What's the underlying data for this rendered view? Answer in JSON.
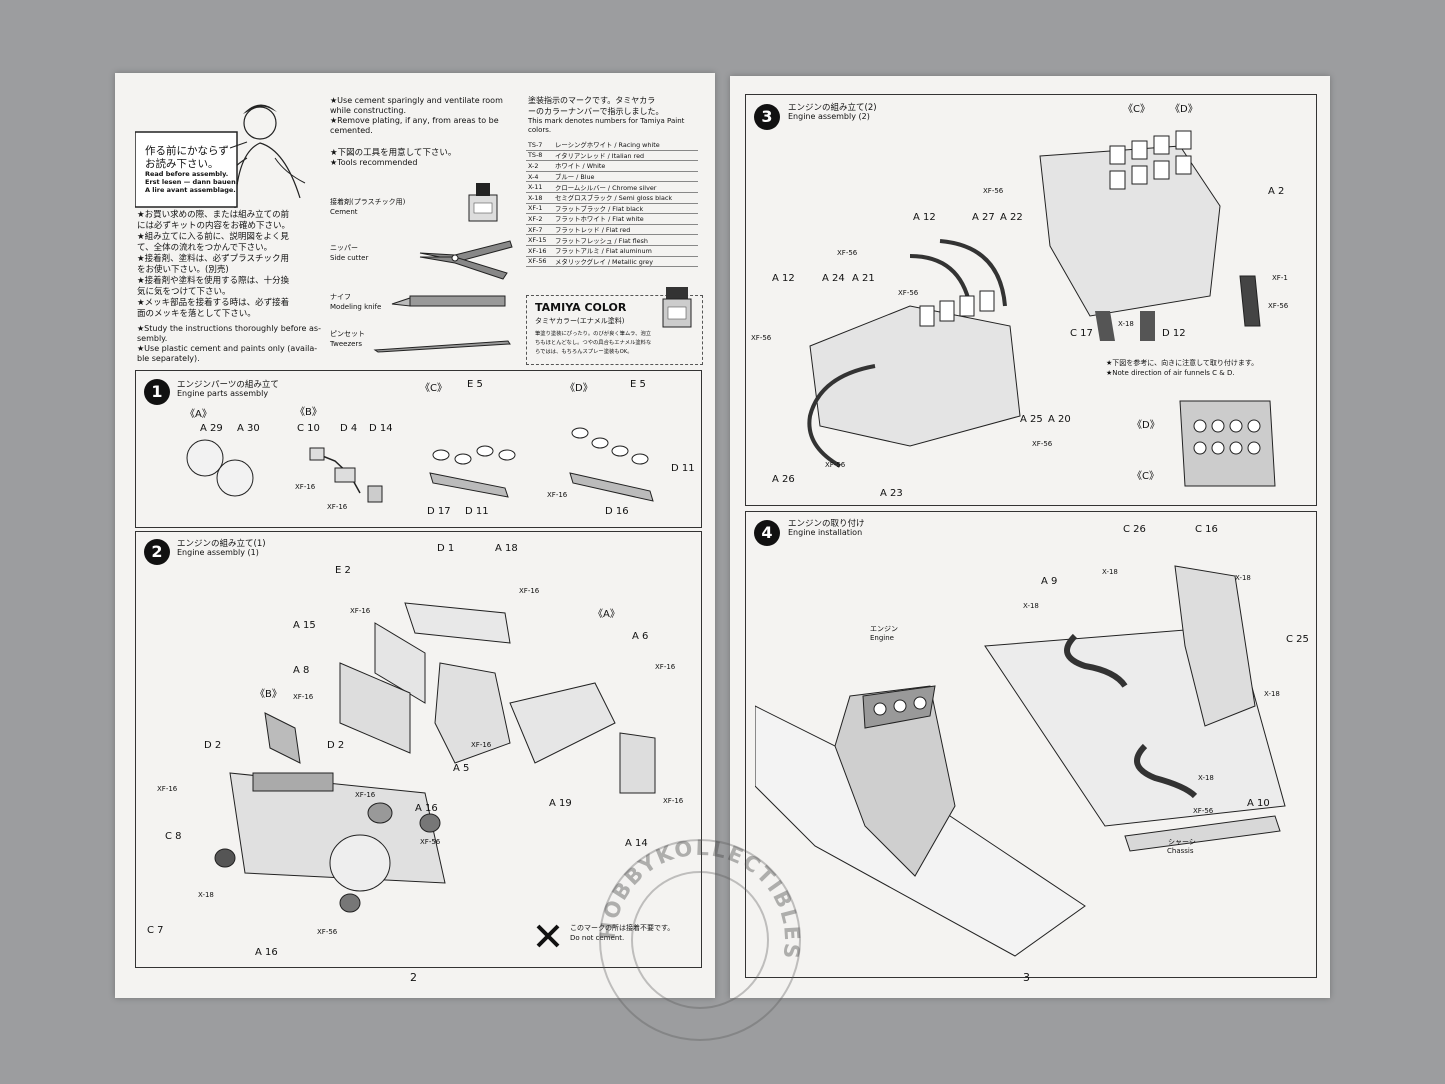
{
  "left": {
    "header_jp": "作る前にかならずお読み下さい。",
    "header_jp_1": "作る前にかならず",
    "header_jp_2": "お読み下さい。",
    "header_en": [
      "Read before assembly.",
      "Erst lesen — dann bauen.",
      "A lire avant assemblage."
    ],
    "intro_jp": [
      "★お買い求めの際、または組み立ての前",
      "には必ずキットの内容をお確め下さい。",
      "★組み立てに入る前に、説明図をよく見",
      "て、全体の流れをつかんで下さい。",
      "★接着剤、塗料は、必ずプラスチック用",
      "をお使い下さい。(別売)",
      "★接着剤や塗料を使用する際は、十分換",
      "気に気をつけて下さい。",
      "★メッキ部品を接着する時は、必ず接着",
      "面のメッキを落として下さい。"
    ],
    "intro_en": [
      "★Study the instructions thoroughly before as-",
      "sembly.",
      "★Use plastic cement and paints only (availa-",
      "ble separately)."
    ],
    "warnings_en": [
      "★Use cement sparingly and ventilate room",
      "while constructing.",
      "★Remove plating, if any, from areas to be",
      "cemented."
    ],
    "tools_jp": "★下図の工具を用意して下さい。",
    "tools_en": "★Tools recommended",
    "tools": [
      {
        "jp": "接着剤(プラスチック用)",
        "en": "Cement"
      },
      {
        "jp": "ニッパー",
        "en": "Side cutter"
      },
      {
        "jp": "ナイフ",
        "en": "Modeling knife"
      },
      {
        "jp": "ピンセット",
        "en": "Tweezers"
      }
    ],
    "paint_title_jp_1": "塗装指示のマークです。タミヤカラ",
    "paint_title_jp_2": "ーのカラーナンバーで指示しました。",
    "paint_title_en_1": "This mark denotes numbers for Tamiya Paint",
    "paint_title_en_2": "colors.",
    "paints": [
      {
        "code": "TS-7",
        "name": "レーシングホワイト / Racing white"
      },
      {
        "code": "TS-8",
        "name": "イタリアンレッド / Italian red"
      },
      {
        "code": "X-2",
        "name": "ホワイト / White"
      },
      {
        "code": "X-4",
        "name": "ブルー / Blue"
      },
      {
        "code": "X-11",
        "name": "クロームシルバー / Chrome silver"
      },
      {
        "code": "X-18",
        "name": "セミグロスブラック / Semi gloss black"
      },
      {
        "code": "XF-1",
        "name": "フラットブラック / Flat black"
      },
      {
        "code": "XF-2",
        "name": "フラットホワイト / Flat white"
      },
      {
        "code": "XF-7",
        "name": "フラットレッド / Flat red"
      },
      {
        "code": "XF-15",
        "name": "フラットフレッシュ / Flat flesh"
      },
      {
        "code": "XF-16",
        "name": "フラットアルミ / Flat aluminum"
      },
      {
        "code": "XF-56",
        "name": "メタリックグレイ / Metallic grey"
      }
    ],
    "tamiya_color_title": "TAMIYA COLOR",
    "tamiya_color_jp": "タミヤカラー(エナメル塗料)",
    "tamiya_color_body": [
      "筆塗り塗装にぴったり。のびが良く筆ムラ、泡立",
      "ちもほとんどなし。つやの具合もエナメル塗料な",
      "らではは、もちろんスプレー塗装もOK。"
    ],
    "step1": {
      "num": "1",
      "jp": "エンジンパーツの組み立て",
      "en": "Engine parts assembly",
      "labels": [
        "《A》",
        "A 29",
        "A 30",
        "《B》",
        "C 10",
        "D 4",
        "D 14",
        "XF-16",
        "XF-16",
        "《C》",
        "E 5",
        "D 17",
        "D 11",
        "XF-16",
        "《D》",
        "E 5",
        "D 11",
        "D 16"
      ]
    },
    "step2": {
      "num": "2",
      "jp": "エンジンの組み立て(1)",
      "en": "Engine assembly (1)",
      "labels": [
        "D 1",
        "A 18",
        "E 2",
        "XF-16",
        "XF-16",
        "A 15",
        "《A》",
        "A 6",
        "A 8",
        "XF-16",
        "XF-16",
        "《B》",
        "XF-16",
        "A 5",
        "D 2",
        "D 2",
        "XF-16",
        "XF-16",
        "A 19",
        "XF-16",
        "A 14",
        "A 16",
        "XF-56",
        "C 8",
        "X-18",
        "C 7",
        "XF-56",
        "A 16"
      ],
      "no_cement_jp": "このマークの所は接着不要です。",
      "no_cement_en": "Do not cement."
    },
    "page_number": "2"
  },
  "right": {
    "step3": {
      "num": "3",
      "jp": "エンジンの組み立て(2)",
      "en": "Engine assembly (2)",
      "labels": [
        "《C》",
        "《D》",
        "XF-56",
        "A 2",
        "A 12",
        "A 27",
        "A 22",
        "XF-1",
        "XF-56",
        "A 12",
        "A 24",
        "A 21",
        "XF-56",
        "XF-56",
        "C 17",
        "X-18",
        "D 12",
        "XF-56",
        "A 25",
        "A 20",
        "XF-56",
        "XF-56",
        "A 26",
        "A 23",
        "《D》",
        "《C》"
      ],
      "note_jp": "★下図を参考に、向きに注意して取り付けます。",
      "note_en": "★Note direction of air funnels C & D."
    },
    "step4": {
      "num": "4",
      "jp": "エンジンの取り付け",
      "en": "Engine installation",
      "labels": [
        "C 26",
        "C 16",
        "X-18",
        "X-18",
        "A 9",
        "X-18",
        "C 25",
        "X-18",
        "X-18",
        "A 10",
        "XF-56"
      ],
      "engine_jp": "エンジン",
      "engine_en": "Engine",
      "chassis_jp": "シャーシ",
      "chassis_en": "Chassis"
    },
    "page_number": "3"
  },
  "watermark": "HOBBYKOLLECTIBLES"
}
